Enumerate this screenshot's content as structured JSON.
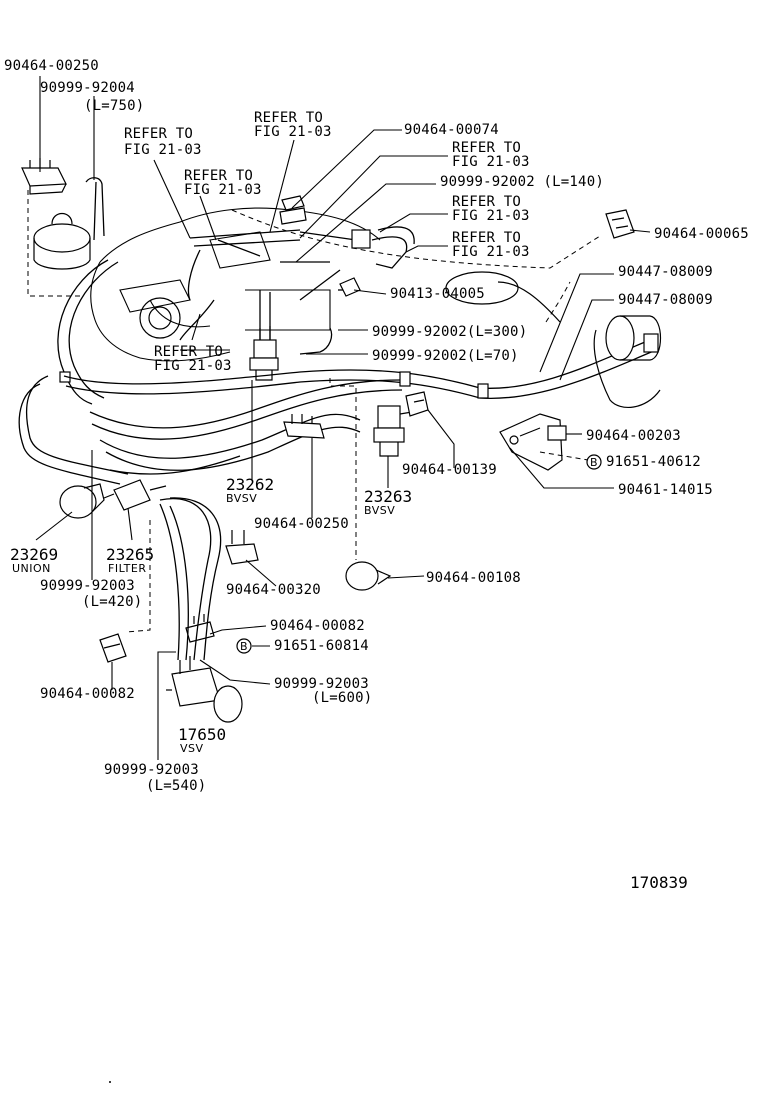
{
  "diagram_id": "170839",
  "callouts": {
    "c_9046400250_top": "90464-00250",
    "c_9099992004": "90999-92004",
    "c_l750": "(L=750)",
    "c_refer_a1": "REFER TO",
    "c_fig_a": "FIG 21-03",
    "c_refer_b1": "REFER TO",
    "c_fig_b": "FIG 21-03",
    "c_refer_c1": "REFER TO",
    "c_fig_c": "FIG 21-03",
    "c_9046400074": "90464-00074",
    "c_refer_d1": "REFER TO",
    "c_fig_d": "FIG 21-03",
    "c_9099992002_140": "90999-92002 (L=140)",
    "c_refer_e1": "REFER TO",
    "c_fig_e": "FIG 21-03",
    "c_refer_f1": "REFER TO",
    "c_fig_f": "FIG 21-03",
    "c_9046400065": "90464-00065",
    "c_9044708009_a": "90447-08009",
    "c_9041304005": "90413-04005",
    "c_9044708009_b": "90447-08009",
    "c_9099992002_300": "90999-92002(L=300)",
    "c_refer_g1": "REFER TO",
    "c_fig_g": "FIG 21-03",
    "c_9099992002_70": "90999-92002(L=70)",
    "c_9046400203": "90464-00203",
    "c_9165140612": "91651-40612",
    "c_9046100139": "90464-00139",
    "c_9046114015": "90461-14015",
    "c_23262": "23262",
    "c_bvsv_a": "BVSV",
    "c_23263": "23263",
    "c_bvsv_b": "BVSV",
    "c_9046400250_mid": "90464-00250",
    "c_23269": "23269",
    "c_union": "UNION",
    "c_23265": "23265",
    "c_filter": "FILTER",
    "c_9099992003_420": "90999-92003",
    "c_l420": "(L=420)",
    "c_9046400320": "90464-00320",
    "c_9046400108": "90464-00108",
    "c_9046400082_r": "90464-00082",
    "c_9165160814": "91651-60814",
    "c_9046400082_l": "90464-00082",
    "c_9099992003_600": "90999-92003",
    "c_l600": "(L=600)",
    "c_17650": "17650",
    "c_vsv": "VSV",
    "c_9099992003_540": "90999-92003",
    "c_l540": "(L=540)",
    "bolt_symbol_a": "B",
    "bolt_symbol_b": "B"
  }
}
